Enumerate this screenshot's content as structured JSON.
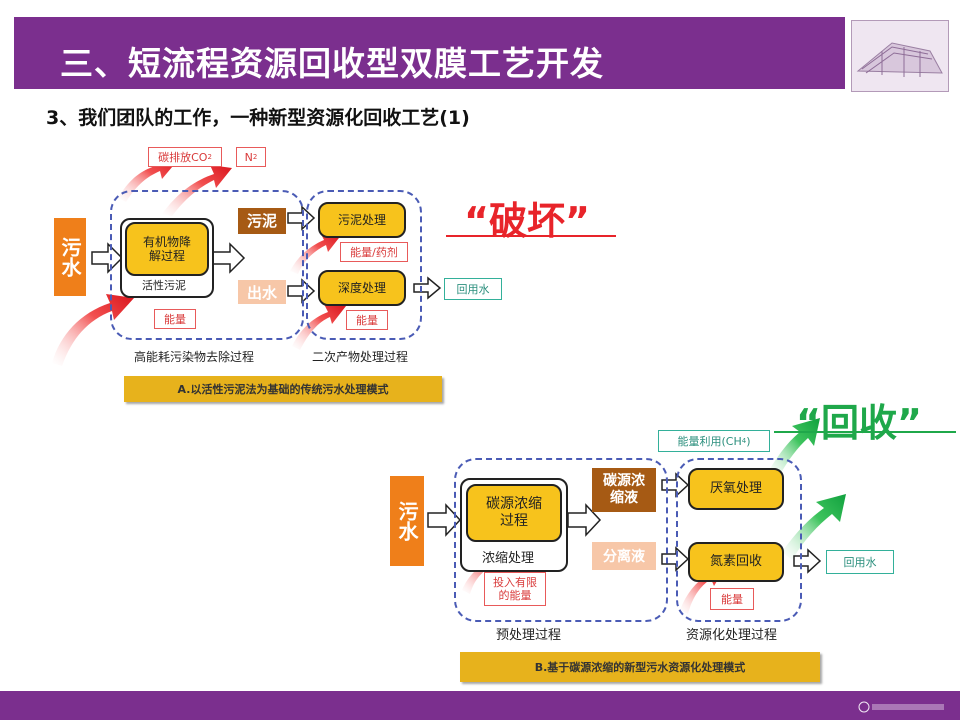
{
  "header": {
    "title": "三、短流程资源回收型双膜工艺开发",
    "subtitle": "3、我们团队的工作，一种新型资源化回收工艺(1)"
  },
  "diagram_a": {
    "influent": "污水",
    "emission_tag": "碳排放CO",
    "emission_subscript": "2",
    "n2_tag": "N",
    "n2_subscript": "2",
    "main_process": "有机物降解过程",
    "activated_sludge": "活性污泥",
    "energy_tag": "能量",
    "sludge_label": "污泥",
    "effluent_label": "出水",
    "sludge_treatment": "污泥处理",
    "energy_chem_tag": "能量/药剂",
    "deep_treatment": "深度处理",
    "energy_tag_2": "能量",
    "reuse_water": "回用水",
    "stage1_label": "高能耗污染物去除过程",
    "stage2_label": "二次产物处理过程",
    "caption": "A.以活性污泥法为基础的传统污水处理模式",
    "keyword": "“破坏”"
  },
  "diagram_b": {
    "influent": "污水",
    "main_process": "碳源浓缩过程",
    "concentration_label": "浓缩处理",
    "energy_input_tag": "投入有限的能量",
    "carbon_conc_label": "碳源浓缩液",
    "separation_label": "分离液",
    "anaerobic": "厌氧处理",
    "nitrogen_recovery": "氮素回收",
    "energy_tag": "能量",
    "energy_use_tag": "能量利用(CH",
    "energy_use_subscript": "4",
    "energy_use_close": ")",
    "reuse_water": "回用水",
    "stage1_label": "预处理过程",
    "stage2_label": "资源化处理过程",
    "caption": "B.基于碳源浓缩的新型污水资源化处理模式",
    "keyword": "“回收”"
  },
  "colors": {
    "header_purple": "#7b2f8e",
    "process_yellow": "#f7c31c",
    "influent_orange": "#ef7f1a",
    "destroy_red": "#e8242a",
    "recover_green": "#1fa84a"
  }
}
